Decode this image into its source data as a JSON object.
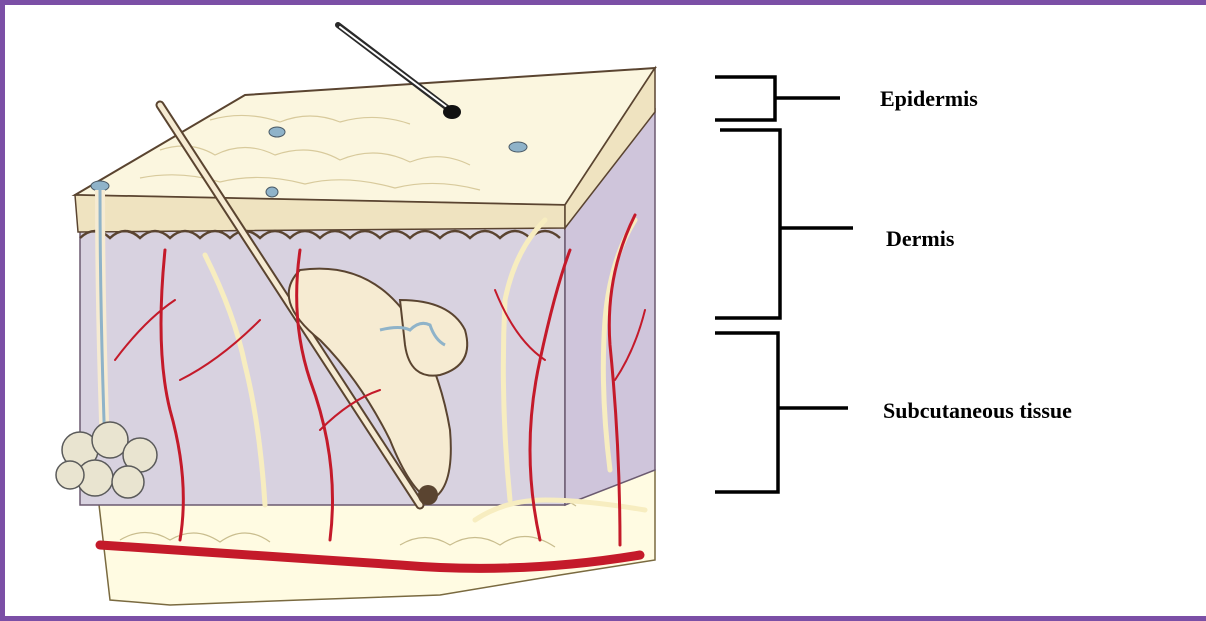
{
  "labels": {
    "epidermis": "Epidermis",
    "dermis": "Dermis",
    "subcutaneous": "Subcutaneous tissue"
  },
  "colors": {
    "frame": "#7b4fa6",
    "dermis_fill": "#d8d2e0",
    "epidermis_fill": "#fbf6df",
    "fat_fill": "#fffbe2",
    "vessel": "#c41a2a",
    "nerve": "#f7edc0",
    "sweat_duct": "#8fb3c9",
    "outline": "#5a4430"
  }
}
